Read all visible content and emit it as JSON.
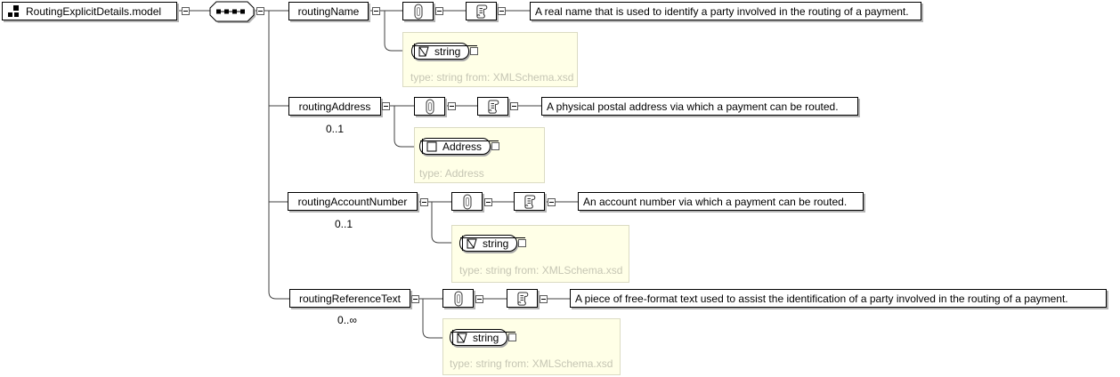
{
  "diagram": {
    "root": {
      "label": "RoutingExplicitDetails.model"
    },
    "sequence": {
      "meaning": "sequence"
    },
    "colors": {
      "type_panel_bg": "#ffffe7",
      "type_panel_border": "#dbdbc3",
      "caption_text": "#c6c6b4",
      "connector": "#404040",
      "box_shadow": "#b4b4b4"
    },
    "elements": [
      {
        "name": "routingName",
        "occurrence": "",
        "annotation": "A real name that is used to identify a party involved in the routing of a payment.",
        "type": {
          "label": "string",
          "kind": "simple",
          "caption": "type: string from: XMLSchema.xsd"
        }
      },
      {
        "name": "routingAddress",
        "occurrence": "0..1",
        "annotation": "A physical postal address via which a payment can be routed.",
        "type": {
          "label": "Address",
          "kind": "complex",
          "caption": "type: Address"
        }
      },
      {
        "name": "routingAccountNumber",
        "occurrence": "0..1",
        "annotation": "An account number via which a payment can be routed.",
        "type": {
          "label": "string",
          "kind": "simple",
          "caption": "type: string from: XMLSchema.xsd"
        }
      },
      {
        "name": "routingReferenceText",
        "occurrence": "0..∞",
        "annotation": "A piece of free-format text used to assist the identification of a party involved in the routing of a payment.",
        "type": {
          "label": "string",
          "kind": "simple",
          "caption": "type: string from: XMLSchema.xsd"
        }
      }
    ]
  }
}
